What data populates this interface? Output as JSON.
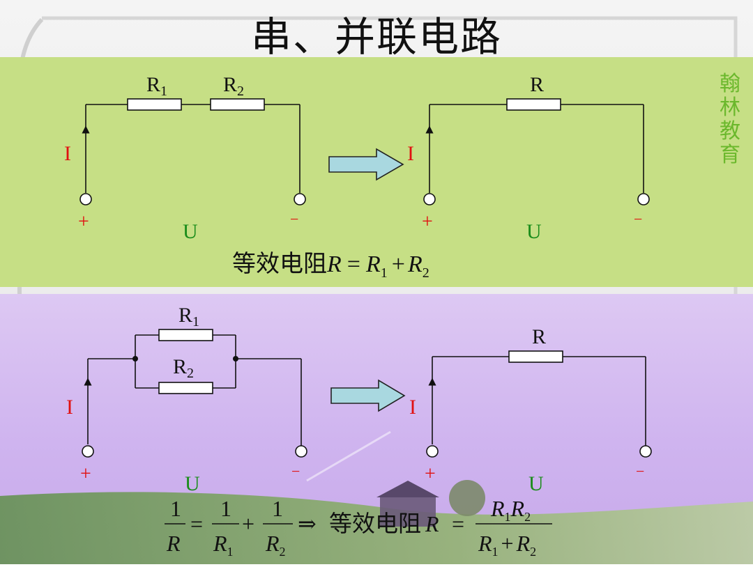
{
  "title": "串、并联电路",
  "side_label": [
    "翰",
    "林",
    "教",
    "育"
  ],
  "colors": {
    "series_band": "#c6df85",
    "parallel_band": "#dcc6f2",
    "current_red": "#e01010",
    "voltage_green": "#1a8c1a",
    "side_green": "#6bb82c",
    "arrow_fill": "#a9d8e0"
  },
  "series": {
    "r1": "R",
    "r1_sub": "1",
    "r2": "R",
    "r2_sub": "2",
    "current": "I",
    "plus": "+",
    "minus": "−",
    "voltage": "U",
    "eq_r": "R",
    "eq_plus": "+",
    "eq_minus": "−",
    "eq_current": "I",
    "eq_voltage": "U",
    "formula_text": "等效电阻",
    "formula_R": "R",
    "formula_eq": "=",
    "formula_R1": "R",
    "formula_sub1": "1",
    "formula_plus": "+",
    "formula_R2": "R",
    "formula_sub2": "2"
  },
  "parallel": {
    "r1": "R",
    "r1_sub": "1",
    "r2": "R",
    "r2_sub": "2",
    "current": "I",
    "plus": "+",
    "minus": "−",
    "voltage": "U",
    "eq_r": "R",
    "eq_plus": "+",
    "eq_minus": "−",
    "eq_current": "I",
    "eq_voltage": "U",
    "f_one": "1",
    "f_R": "R",
    "f_eq": "=",
    "f_R1": "R",
    "f_sub1": "1",
    "f_plus": "+",
    "f_R2": "R",
    "f_sub2": "2",
    "f_implies": "⇒",
    "formula_text": "等效电阻",
    "f_rR": "R",
    "f_eq2": "="
  }
}
